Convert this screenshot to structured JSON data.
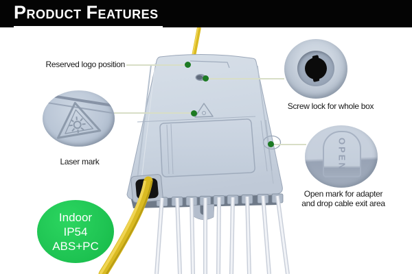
{
  "header": {
    "title_word1": "Product",
    "title_word2": "Features"
  },
  "callouts": {
    "reserved_logo": {
      "label": "Reserved logo position"
    },
    "screw_lock": {
      "label": "Screw lock for whole box"
    },
    "laser": {
      "label": "Laser mark"
    },
    "open_mark": {
      "label_line1": "Open mark for adapter",
      "label_line2": "and drop cable exit area",
      "embossed_text": "OPEN"
    }
  },
  "badge": {
    "line1": "Indoor",
    "line2": "IP54",
    "line3": "ABS+PC"
  },
  "colors": {
    "banner_bg": "#040404",
    "banner_text": "#ffffff",
    "badge_green": "#1fc453",
    "marker_dot_green": "#1d7a23",
    "callout_line": "#d8dec6",
    "box_body": "#c9d3e0",
    "cable_yellow": "#d9ba22",
    "cable_white": "#f1f3f7"
  }
}
